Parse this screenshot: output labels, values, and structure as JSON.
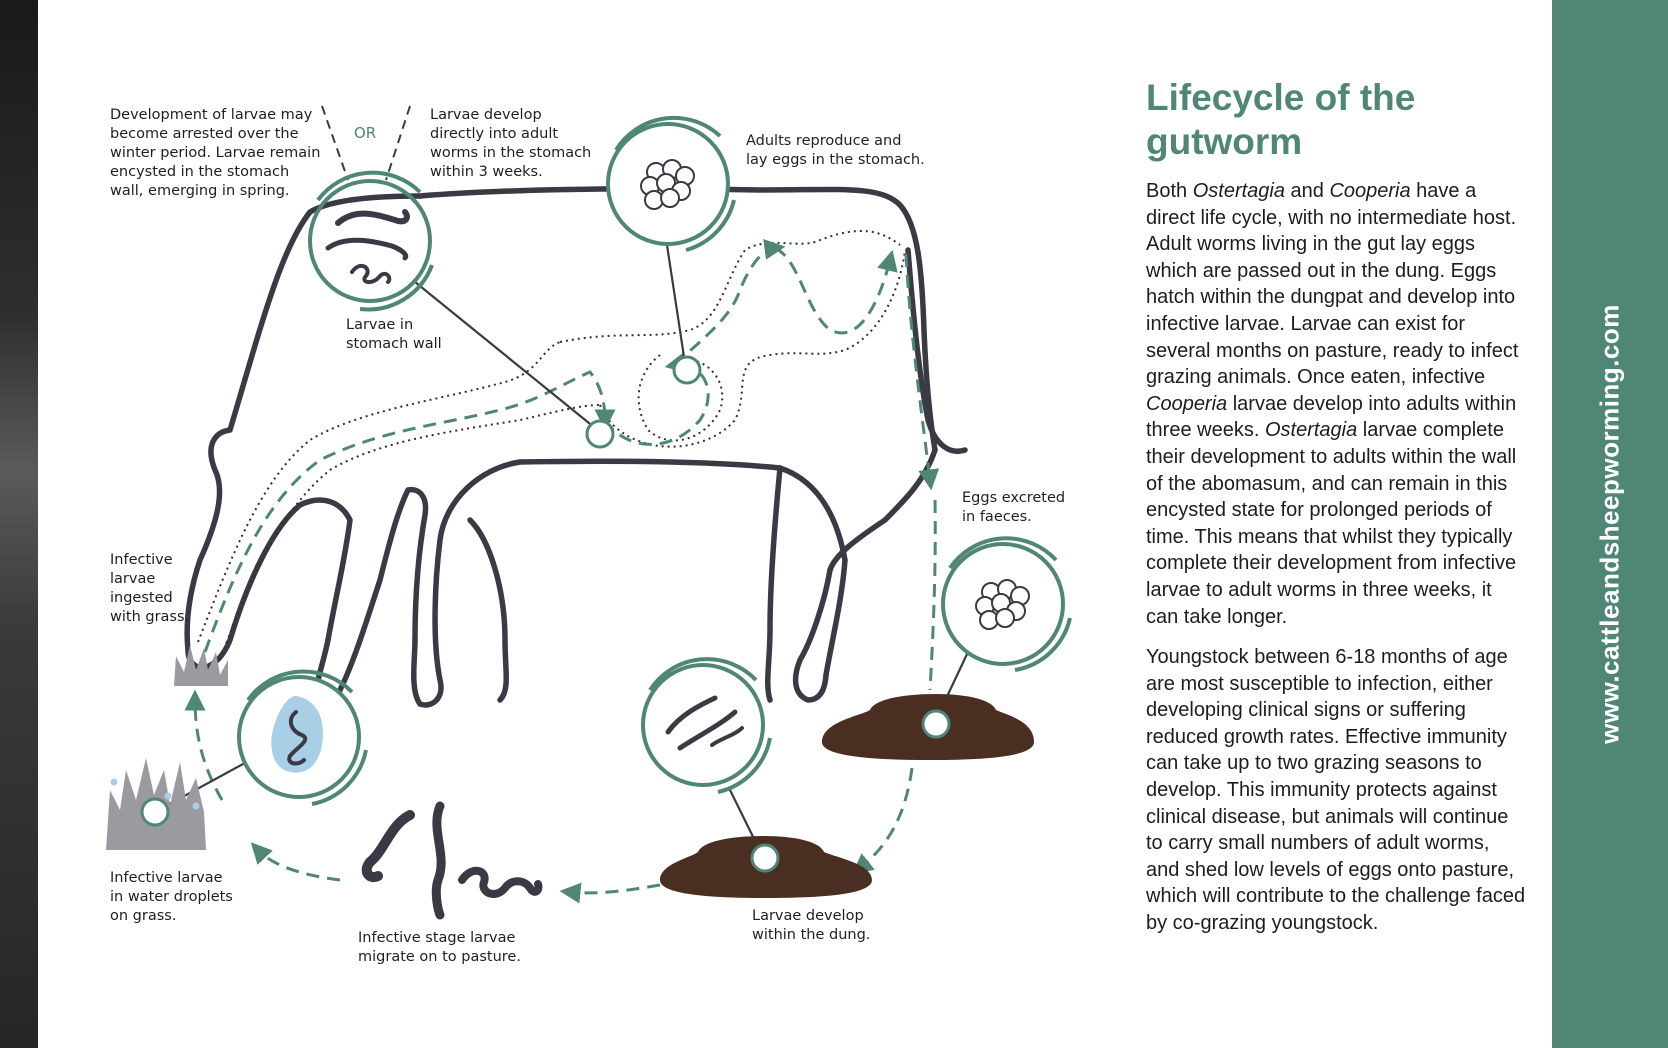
{
  "sidebar": {
    "website": "www.cattleandsheepworming.com"
  },
  "article": {
    "title_line1": "Lifecycle of the",
    "title_line2": "gutworm",
    "p1": {
      "s1": "Both ",
      "i1": "Ostertagia",
      "s2": " and ",
      "i2": "Cooperia",
      "s3": " have a direct life cycle, with no intermediate host. Adult worms living in the gut lay eggs which are passed out in the dung. Eggs hatch within the dungpat and develop into infective larvae. Larvae can exist for several months on pasture, ready to infect grazing animals. Once eaten, infective ",
      "i3": "Cooperia",
      "s4": " larvae develop into adults within three weeks. ",
      "i4": "Ostertagia",
      "s5": " larvae complete their development to adults within the wall of the abomasum, and can remain in this encysted state for prolonged periods of time. This means that whilst they typically complete their development from infective larvae to adult worms in three weeks, it can take longer."
    },
    "p2": "Youngstock between 6-18 months of age are most susceptible to infection, either developing clinical signs or suffering reduced growth rates. Effective immunity can take up to two grazing seasons to develop. This immunity protects against clinical disease, but animals will continue to carry small numbers of adult worms, and shed low levels of eggs onto pasture, which will contribute to the challenge faced by co-grazing youngstock."
  },
  "diagram": {
    "or_label": "OR",
    "arrested": [
      "Development of larvae may",
      "become arrested over the",
      "winter period. Larvae remain",
      "encysted in the stomach",
      "wall, emerging in spring."
    ],
    "direct": [
      "Larvae develop",
      "directly into adult",
      "worms in the stomach",
      "within 3 weeks."
    ],
    "adults": [
      "Adults reproduce and",
      "lay eggs in the stomach."
    ],
    "stomach_wall": [
      "Larvae in",
      "stomach wall"
    ],
    "eggs_excreted": [
      "Eggs excreted",
      "in faeces."
    ],
    "ingested": [
      "Infective",
      "larvae",
      "ingested",
      "with grass."
    ],
    "water_droplets": [
      "Infective larvae",
      "in water droplets",
      "on grass."
    ],
    "migrate": [
      "Infective stage larvae",
      "migrate on to pasture."
    ],
    "dung_develop": [
      "Larvae develop",
      "within the dung."
    ]
  },
  "colors": {
    "accent": "#4f8676",
    "outline": "#3a3a44",
    "dung": "#4b2e22",
    "grass": "#9a9aa0",
    "droplet": "#a9cfe6"
  },
  "icons": [
    "stomach-wall-larvae-icon",
    "egg-cluster-icon",
    "water-droplet-larva-icon",
    "dung-larvae-icon",
    "dungpat-icon",
    "grass-icon"
  ]
}
